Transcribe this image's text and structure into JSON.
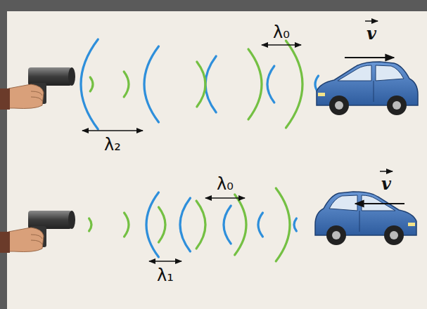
{
  "diagram": {
    "labels": [
      "λ₀",
      "λ₂",
      "v",
      "λ₀",
      "λ₁",
      "v"
    ]
  }
}
